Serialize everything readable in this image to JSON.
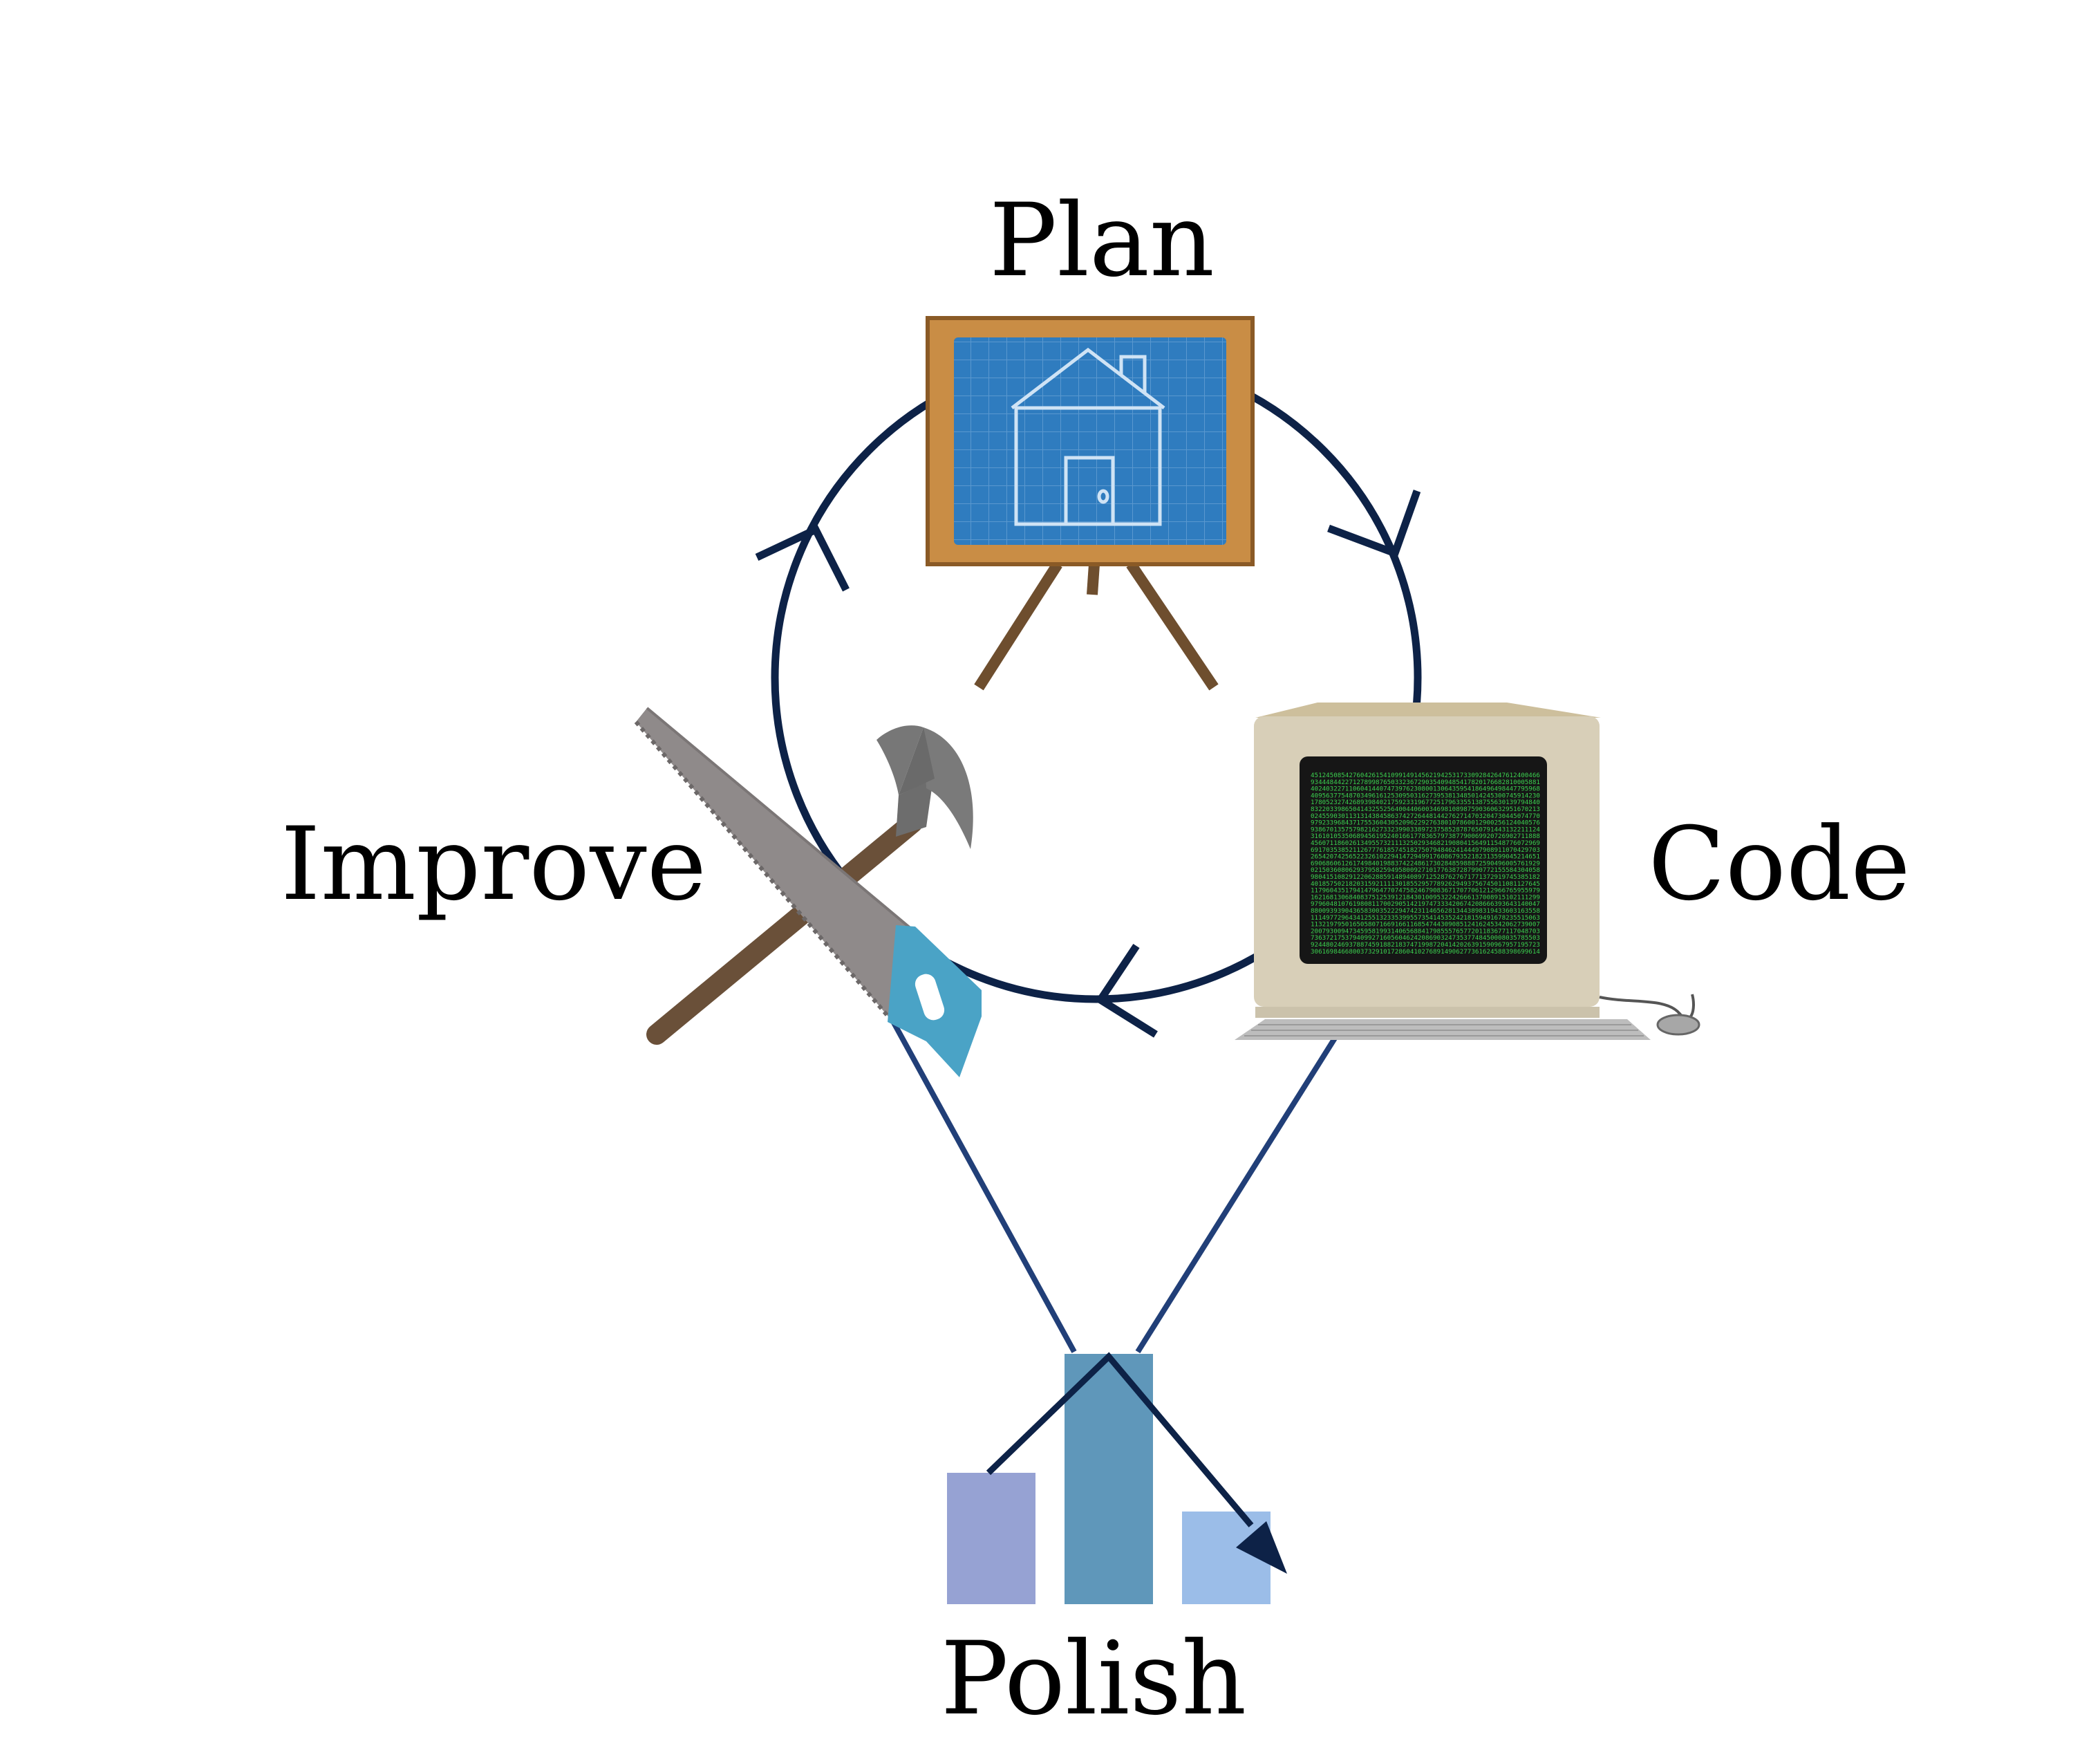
{
  "labels": {
    "plan": "Plan",
    "code": "Code",
    "improve": "Improve",
    "polish": "Polish"
  },
  "icons": {
    "plan": "blueprint-easel-icon",
    "code": "retro-computer-icon",
    "improve": "hammer-saw-icon",
    "polish": "bar-chart-icon"
  },
  "colors": {
    "cycle_stroke": "#0d2247",
    "polish_lines": "#213f78",
    "easel_frame": "#c98d45",
    "blueprint": "#2f7cbf",
    "blueprint_lines": "#cfe3f5",
    "easel_legs": "#6e4e2e",
    "computer_body": "#d8cfb8",
    "screen": "#161616",
    "screen_text": "#3bd14f",
    "hammer_handle": "#6a5039",
    "hammer_head": "#777777",
    "saw_blade": "#8f8a8a",
    "saw_handle": "#4aa3c6",
    "bar_left": "#96a2d3",
    "bar_mid": "#5f97ba",
    "bar_right": "#9bbde8",
    "polish_arrow": "#0d2247"
  }
}
